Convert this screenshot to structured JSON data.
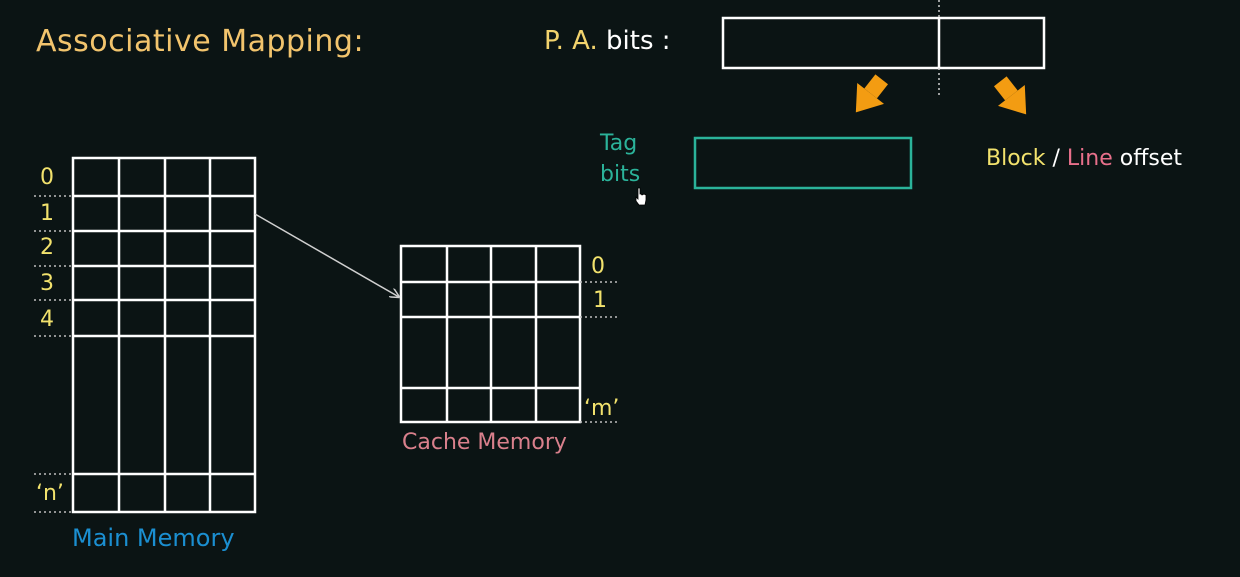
{
  "title": "Associative Mapping:",
  "pa_bits": {
    "prefix": "P. A.",
    "suffix": "bits :"
  },
  "tag_bits": {
    "line1": "Tag",
    "line2": "bits"
  },
  "offset": {
    "block": "Block",
    "slash": " / ",
    "line": "Line",
    "word": " offset"
  },
  "main_memory": {
    "label": "Main Memory",
    "indices": [
      "0",
      "1",
      "2",
      "3",
      "4",
      "‘n’"
    ]
  },
  "cache_memory": {
    "label": "Cache Memory",
    "indices": [
      "0",
      "1",
      "‘m’"
    ]
  },
  "colors": {
    "background": "#0b1414",
    "title": "#f2c46d",
    "index": "#f2e26d",
    "tag": "#2bb39a",
    "arrow": "#f39c12",
    "line_word": "#e8708b",
    "cache_label": "#d9808c",
    "main_label": "#1b8fd1"
  }
}
